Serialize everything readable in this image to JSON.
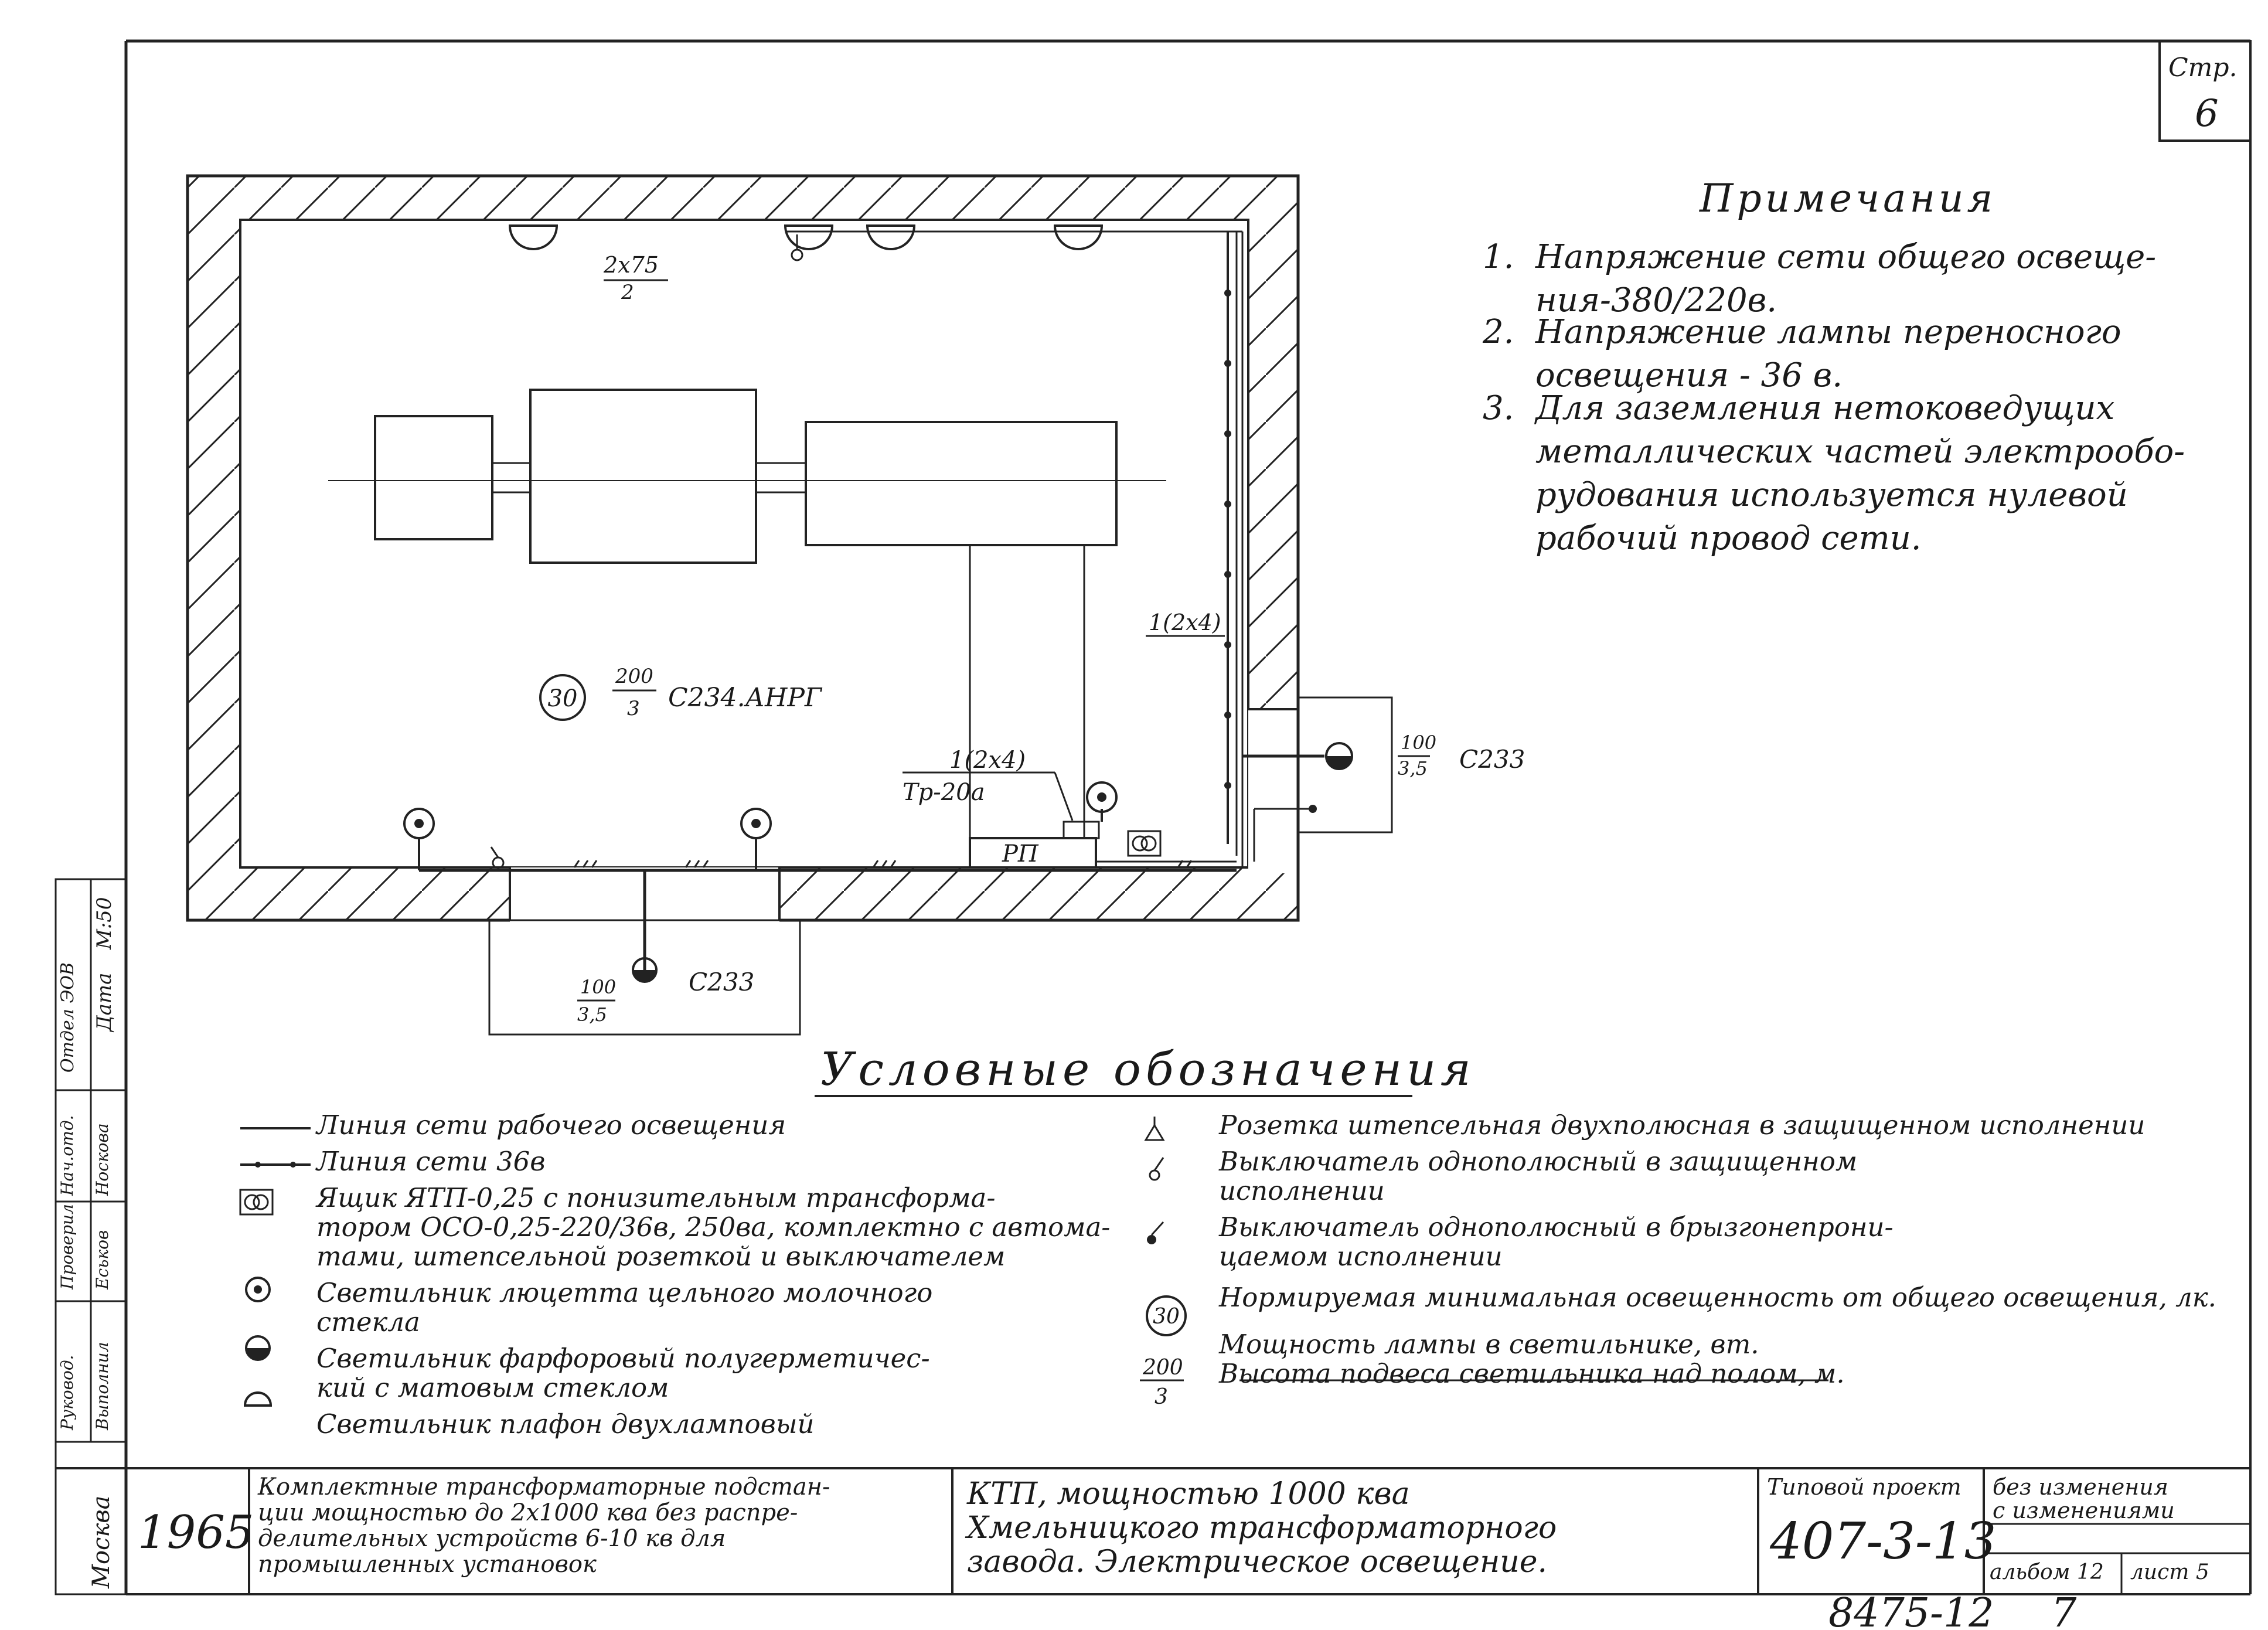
{
  "sheet": {
    "page_label": "Стр.",
    "page_number": "6",
    "bottom_ref": "8475-12",
    "bottom_ref_num": "7"
  },
  "plan": {
    "load_top": "2х75",
    "load_top_height": "2",
    "room_lux": "30",
    "room_power": "200",
    "room_height": "3",
    "room_code": "С234.АНРГ",
    "wire_right": "1(2х4)",
    "wire_center": "1(2х4)",
    "pipe_center": "Тр-20а",
    "panel_label": "РП",
    "lamp_right_power": "100",
    "lamp_right_height": "3,5",
    "lamp_right_code": "С233",
    "lamp_bottom_power": "100",
    "lamp_bottom_height": "3,5",
    "lamp_bottom_code": "С233"
  },
  "notes": {
    "title": "Примечания",
    "items": [
      {
        "num": "1.",
        "lines": [
          "Напряжение сети общего освеще-",
          "ния-380/220в."
        ]
      },
      {
        "num": "2.",
        "lines": [
          "Напряжение лампы переносного",
          "освещения - 36 в."
        ]
      },
      {
        "num": "3.",
        "lines": [
          "Для заземления нетоковедущих",
          "металлических частей электрообо-",
          "рудования используется нулевой",
          "рабочий провод сети."
        ]
      }
    ]
  },
  "legend": {
    "title": "Условные обозначения",
    "left": [
      {
        "symbol": "line-icon",
        "lines": [
          "Линия сети рабочего освещения"
        ]
      },
      {
        "symbol": "line-36v-icon",
        "lines": [
          "Линия сети 36в"
        ]
      },
      {
        "symbol": "transformer-box-icon",
        "lines": [
          "Ящик ЯТП-0,25 с понизительным трансформа-",
          "тором ОСО-0,25-220/36в, 250ва, комплектно с автома-",
          "тами, штепсельной розеткой и выключателем"
        ]
      },
      {
        "symbol": "lucetta-lamp-icon",
        "lines": [
          "Светильник люцетта цельного молочного",
          "стекла"
        ]
      },
      {
        "symbol": "porcelain-lamp-icon",
        "lines": [
          "Светильник фарфоровый полугерметичес-",
          "кий с матовым стеклом"
        ]
      },
      {
        "symbol": "ceiling-lamp-icon",
        "lines": [
          "Светильник плафон двухламповый"
        ]
      }
    ],
    "right": [
      {
        "symbol": "socket-icon",
        "lines": [
          "Розетка штепсельная двухполюсная в защищенном исполнении"
        ]
      },
      {
        "symbol": "switch-protected-icon",
        "lines": [
          "Выключатель однополюсный в защищенном",
          "исполнении"
        ]
      },
      {
        "symbol": "switch-splashproof-icon",
        "lines": [
          "Выключатель однополюсный в брызгонепрони-",
          "цаемом исполнении"
        ]
      },
      {
        "symbol": "lux-circle-icon",
        "value": "30",
        "lines": [
          "Нормируемая минимальная освещенность от общего освещения, лк."
        ]
      },
      {
        "symbol": "fraction-icon",
        "top": "200",
        "bottom": "3",
        "lines": [
          "Мощность лампы в светильнике, вт.",
          "Высота подвеса светильника над полом, м."
        ]
      }
    ]
  },
  "titleblock": {
    "side_cells": [
      "Отдел ЭОВ",
      "Дата",
      "М:50",
      "Нач.отд.",
      "Руковод.",
      "Проверил",
      "Выполнил",
      "Еськов",
      "Носкова",
      "Москва"
    ],
    "year": "1965",
    "series_desc": [
      "Комплектные трансформаторные подстан-",
      "ции мощностью до 2х1000 ква без распре-",
      "делительных устройств 6-10 кв для",
      "промышленных установок"
    ],
    "title": [
      "КТП, мощностью 1000 ква",
      "Хмельницкого трансформаторного",
      "завода. Электрическое освещение."
    ],
    "project_label": "Типовой проект",
    "project_number": "407-3-13",
    "change_1": "без изменения",
    "change_2": "с изменениями",
    "album": "альбом 12",
    "sheet": "лист 5"
  }
}
